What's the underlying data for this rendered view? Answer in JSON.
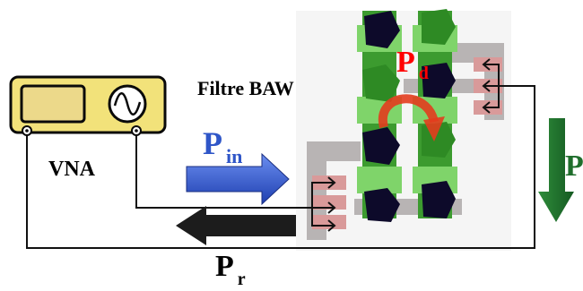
{
  "labels": {
    "vna": "VNA",
    "filter": "Filtre BAW",
    "p_in_main": "P",
    "p_in_sub": "in",
    "p_r_main": "P",
    "p_r_sub": "r",
    "p_d_main": "P",
    "p_d_sub": "d",
    "p_t_main": "P"
  },
  "colors": {
    "vna_body": "#f2e27a",
    "vna_border": "#0a0a0a",
    "incident_arrow": "#2f56c8",
    "reflected_arrow": "#1c1c1c",
    "transmitted_arrow": "#1f6e2c",
    "dissipated_arrow": "#e33c1e",
    "label_red": "#ff0000",
    "resonator_dark": "#0d0a2a",
    "resonator_green": "#3c9b2f",
    "track_gray": "#b8b4b4",
    "pad_pink": "#d99a9a"
  },
  "icons": {
    "signal_generator": "sine-wave-icon"
  }
}
